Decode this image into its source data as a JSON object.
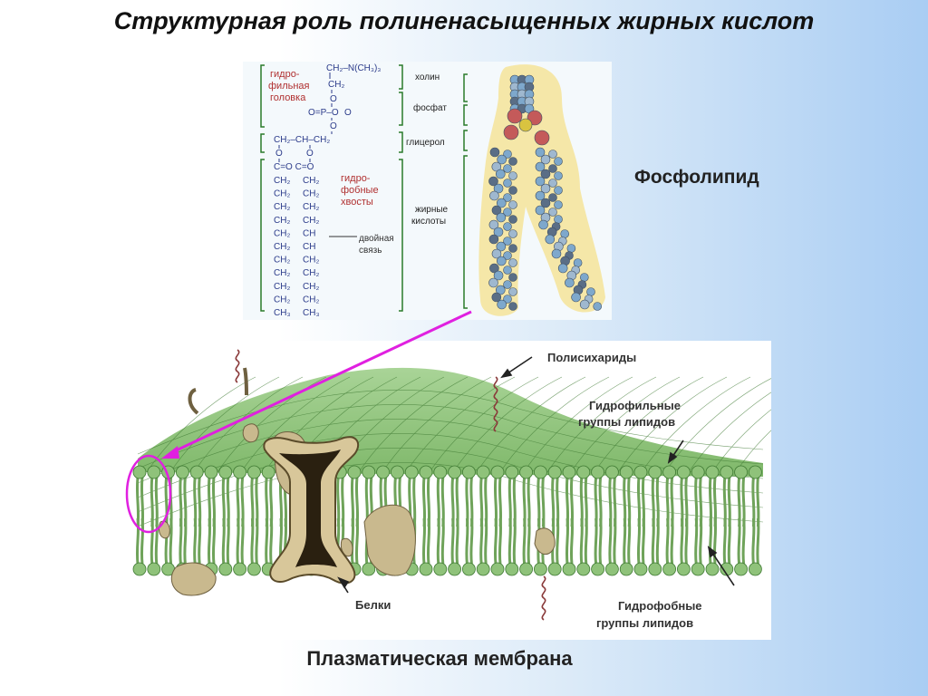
{
  "title": "Структурная роль полиненасыщенных жирных кислот",
  "phospholipid_label": "Фосфолипид",
  "membrane_caption": "Плазматическая мембрана",
  "formula": {
    "hydrophilic_head": [
      "гидро-",
      "фильная",
      "головка"
    ],
    "hydrophobic_tails": [
      "гидро-",
      "фобные",
      "хвосты"
    ],
    "double_bond": [
      "двойная",
      "связь"
    ],
    "choline": "холин",
    "phosphate": "фосфат",
    "glycerol": "глицерол",
    "fatty_acids": [
      "жирные",
      "кислоты"
    ],
    "choline_group": "CH₂–N(CH₃)₃",
    "ch2": "CH₂",
    "o": "O",
    "phosphate_row": "O=P–O",
    "glycerol_row": "CH₂–CH–CH₂",
    "ester_row": "C=O  C=O",
    "ch3": "CH₃",
    "ch": "CH"
  },
  "membrane_labels": {
    "polysaccharides": "Полисихариды",
    "hydrophilic": [
      "Гидрофильные",
      "группы липидов"
    ],
    "hydrophobic": [
      "Гидрофобные",
      "группы липидов"
    ],
    "proteins": "Белки"
  },
  "colors": {
    "lipid_head": "#8fc27a",
    "lipid_tail": "#6fa35a",
    "protein": "#c9b98e",
    "channel_protein": "#d8c79a",
    "highlight": "#e020e0",
    "red_text": "#b03030",
    "bracket": "#2a7a2a"
  }
}
